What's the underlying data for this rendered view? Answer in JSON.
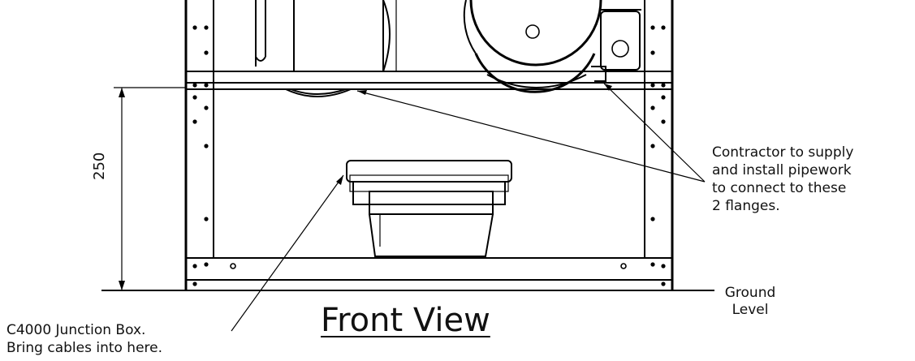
{
  "drawing": {
    "title": "Front View",
    "dimension_label": "250",
    "note_flanges": "Contractor to supply\nand install pipework\nto connect to these\n2 flanges.",
    "note_junction_box": "C4000 Junction Box.\nBring cables into here.",
    "ground_label": "Ground\nLevel"
  }
}
